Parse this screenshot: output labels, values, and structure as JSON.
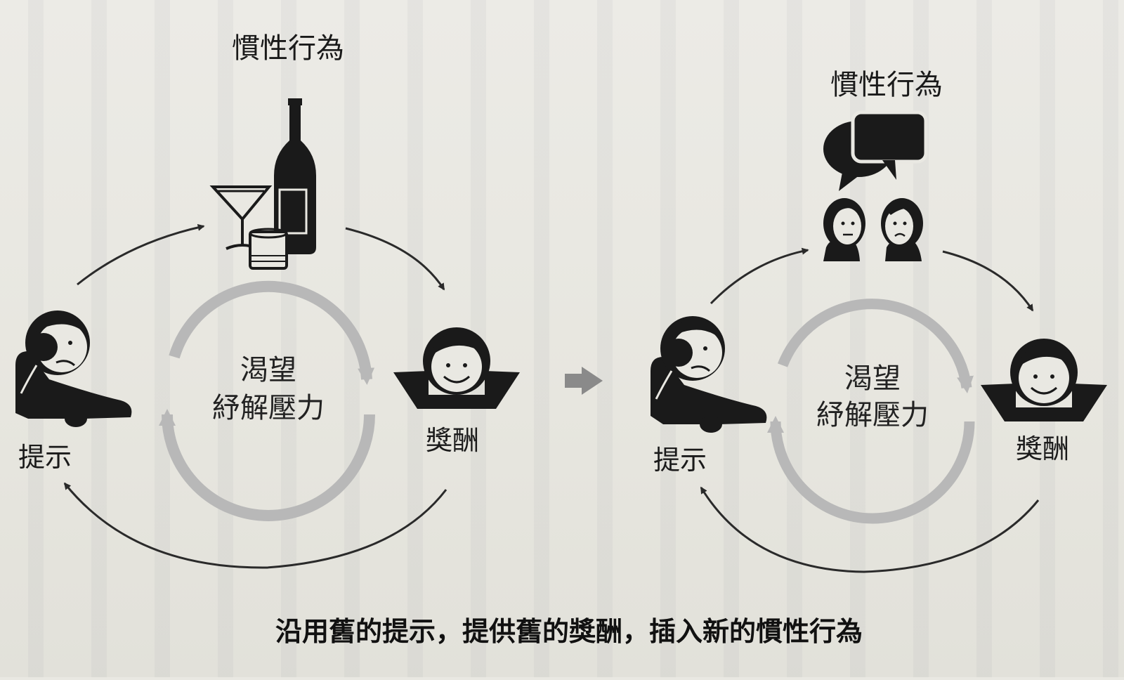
{
  "diagram": {
    "loops": [
      {
        "routine_label": "慣性行為",
        "cue_label": "提示",
        "reward_label": "獎酬",
        "craving_line1": "渴望",
        "craving_line2": "紓解壓力",
        "routine_icon": "alcohol-bottle-glasses-icon"
      },
      {
        "routine_label": "慣性行為",
        "cue_label": "提示",
        "reward_label": "獎酬",
        "craving_line1": "渴望",
        "craving_line2": "紓解壓力",
        "routine_icon": "conversation-speech-bubbles-icon"
      }
    ],
    "caption": "沿用舊的提示，提供舊的獎酬，插入新的慣性行為"
  },
  "colors": {
    "ink": "#1a1a1a",
    "loop_arrow": "#2a2a2a",
    "craving_ring": "#b8b8b8",
    "transition_arrow": "#8a8a8a"
  }
}
